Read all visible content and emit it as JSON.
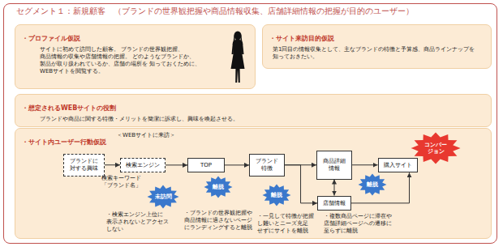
{
  "diagram": {
    "title": "セグメント１：新規顧客　（ブランドの世界観把握や商品情報収集、店舗詳細情報の把握が目的のユーザー）",
    "nodes": [
      {
        "text": [
          "・プロファイル仮説",
          "サイトに初めて訪問した顧客。 ブランドの世界観把握、商品情報の収集や店舗情報の把握。 どのようなブランドか、製品が取り扱われているか、店舗の場所を 知っておくために、WEBサイトを閲覧する。"
        ]
      },
      {
        "text": [
          "・サイト来訪目的仮説",
          "第1回目の情報収集として、主なブランドの特徴と予算感、商品ラインナップを 知っておきたい。"
        ]
      },
      {
        "text": [
          "・想定されるWEBサイトの役割",
          "ブランドや商品に関する特徴・メリットを簡潔に訴求し、興味を喚起させる。"
        ]
      },
      {
        "text": [
          "・サイト内ユーザー行動仮説"
        ]
      },
      {
        "text": [
          "ブランドに 対する興味"
        ],
        "in": 3
      },
      {
        "text": [
          "検索エンジン"
        ],
        "in": 3
      },
      {
        "text": [
          "TOP"
        ],
        "in": 3
      },
      {
        "text": [
          "ブランド 特徴"
        ],
        "in": 3
      },
      {
        "text": [
          "商品詳細 情報"
        ],
        "in": 3
      },
      {
        "text": [
          "店舗情報"
        ],
        "in": 3
      },
      {
        "text": [
          "購入サイト"
        ],
        "in": 3
      },
      {
        "text": [
          "コンバー ジョン"
        ],
        "in": 3
      },
      {
        "text": [
          "未訪問"
        ],
        "in": 3
      },
      {
        "text": [
          "離脱"
        ],
        "in": 3
      },
      {
        "text": [
          "離脱"
        ],
        "in": 3
      },
      {
        "text": [
          "離脱"
        ],
        "in": 3
      }
    ],
    "edges": [
      {
        "from": 4,
        "to": 5,
        "arrow": "to"
      },
      {
        "from": 5,
        "to": 6,
        "arrow": "to"
      },
      {
        "from": 6,
        "to": 7,
        "arrow": "to"
      },
      {
        "from": 7,
        "to": 8,
        "arrow": "to"
      },
      {
        "from": 7,
        "to": 9,
        "arrow": "to"
      },
      {
        "from": 8,
        "to": 9,
        "arrow": "both"
      },
      {
        "from": 8,
        "to": 10,
        "arrow": "to"
      },
      {
        "from": 9,
        "to": 10,
        "arrow": "to"
      }
    ],
    "labels": [
      "＜WEBサイトに来訪＞",
      "検索キーワード 「ブランド名」",
      "・検索エンジン上位に 表示されないとアクセス しない",
      "・ブランドの世界観把握や 商品情報に適さないページ にランディングすると離脱",
      "・一見して特徴が把握 し難いとニーズ充足 せずにサイトを離脱",
      "・複数商品ページに滞在や 店舗詳細ページへの遷移に 至らずに離脱"
    ]
  }
}
